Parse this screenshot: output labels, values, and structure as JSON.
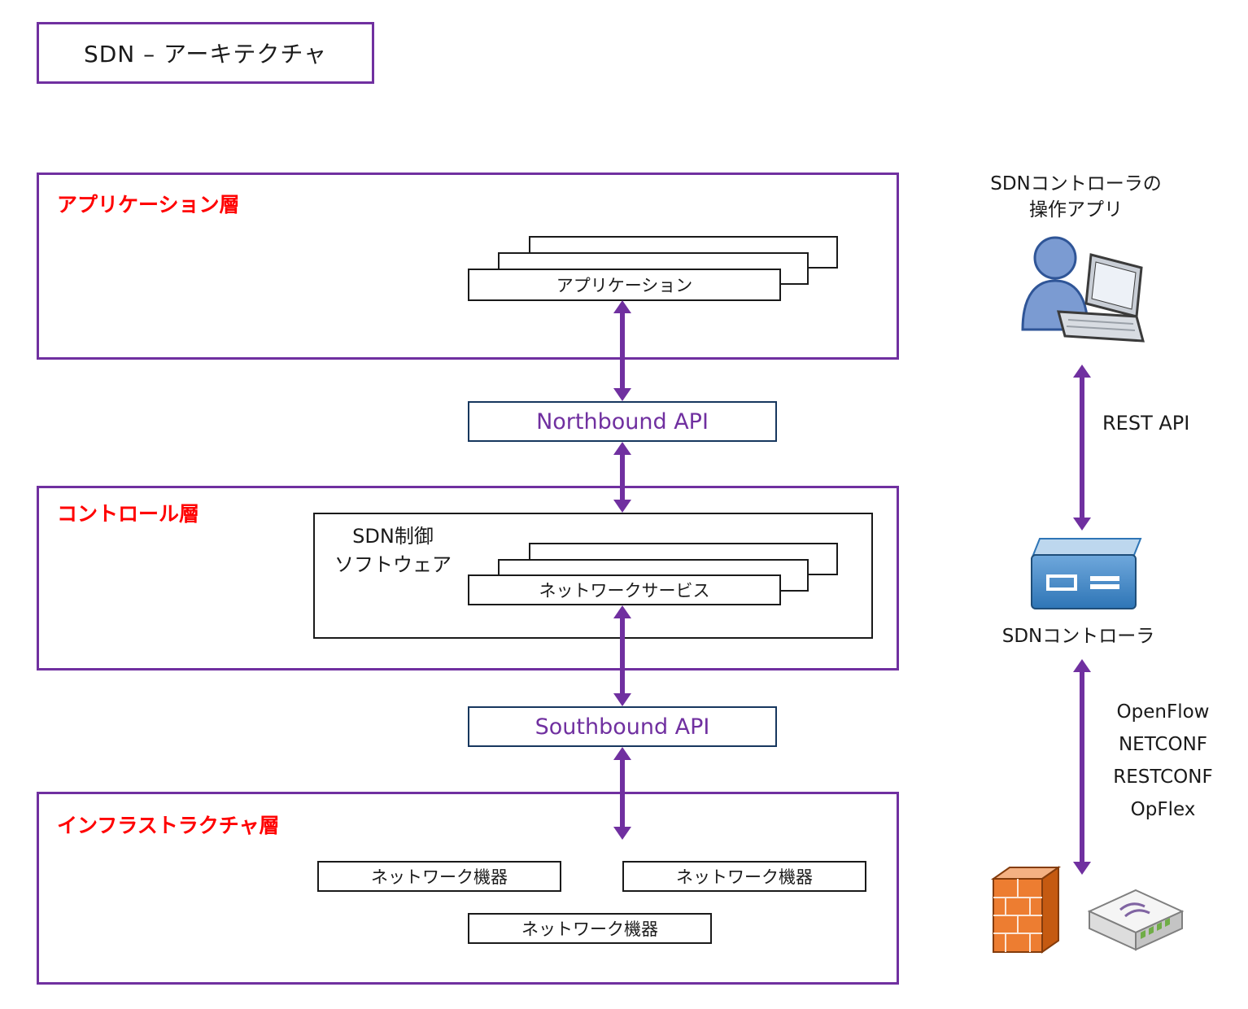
{
  "colors": {
    "purple": "#7030A0",
    "red": "#FF0000",
    "navy": "#17375E",
    "black": "#1A1A1A"
  },
  "title": "SDN – アーキテクチャ",
  "layers": {
    "application": {
      "label": "アプリケーション層",
      "stack_label": "アプリケーション"
    },
    "control": {
      "label": "コントロール層",
      "software_line1": "SDN制御",
      "software_line2": "ソフトウェア",
      "stack_label": "ネットワークサービス"
    },
    "infrastructure": {
      "label": "インフラストラクチャ層",
      "devices": [
        "ネットワーク機器",
        "ネットワーク機器",
        "ネットワーク機器"
      ]
    }
  },
  "apis": {
    "northbound": "Northbound API",
    "southbound": "Southbound API"
  },
  "right_panel": {
    "operator_caption_line1": "SDNコントローラの",
    "operator_caption_line2": "操作アプリ",
    "rest_api_label": "REST API",
    "controller_label": "SDNコントローラ",
    "protocols": [
      "OpenFlow",
      "NETCONF",
      "RESTCONF",
      "OpFlex"
    ],
    "icons": {
      "operator": "person-with-laptop-icon",
      "controller": "sdn-controller-icon",
      "firewall": "firewall-icon",
      "router": "router-icon"
    }
  }
}
